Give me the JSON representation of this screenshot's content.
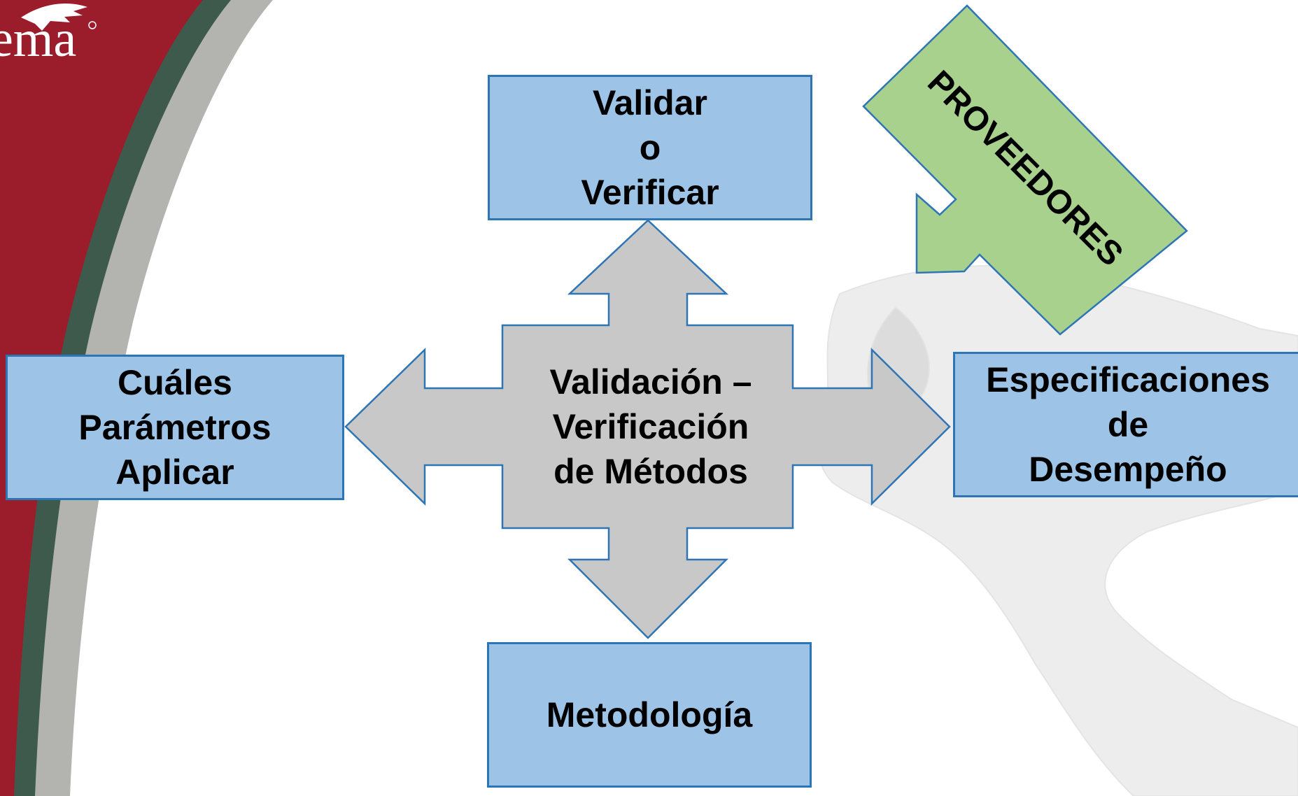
{
  "logo": {
    "text": "ema"
  },
  "center": {
    "lines": [
      "Validación –",
      "Verificación",
      "de Métodos"
    ]
  },
  "nodes": {
    "top": {
      "lines": [
        "Validar",
        "o",
        "Verificar"
      ]
    },
    "left": {
      "lines": [
        "Cuáles",
        "Parámetros",
        "Aplicar"
      ]
    },
    "right": {
      "lines": [
        "Especificaciones",
        "de",
        "Desempeño"
      ]
    },
    "bottom": {
      "lines": [
        "Metodología"
      ]
    }
  },
  "callout": {
    "label": "PROVEEDORES"
  },
  "colors": {
    "box_fill": "#9dc3e6",
    "box_border": "#2e75b6",
    "arrow_fill": "#c8c8c8",
    "arrow_border": "#2e75b6",
    "callout_fill": "#a9d18e",
    "callout_border": "#2e75b6",
    "banner_red": "#9b1c2b",
    "banner_green": "#3e5a4c",
    "banner_gray": "#b3b3b0"
  }
}
